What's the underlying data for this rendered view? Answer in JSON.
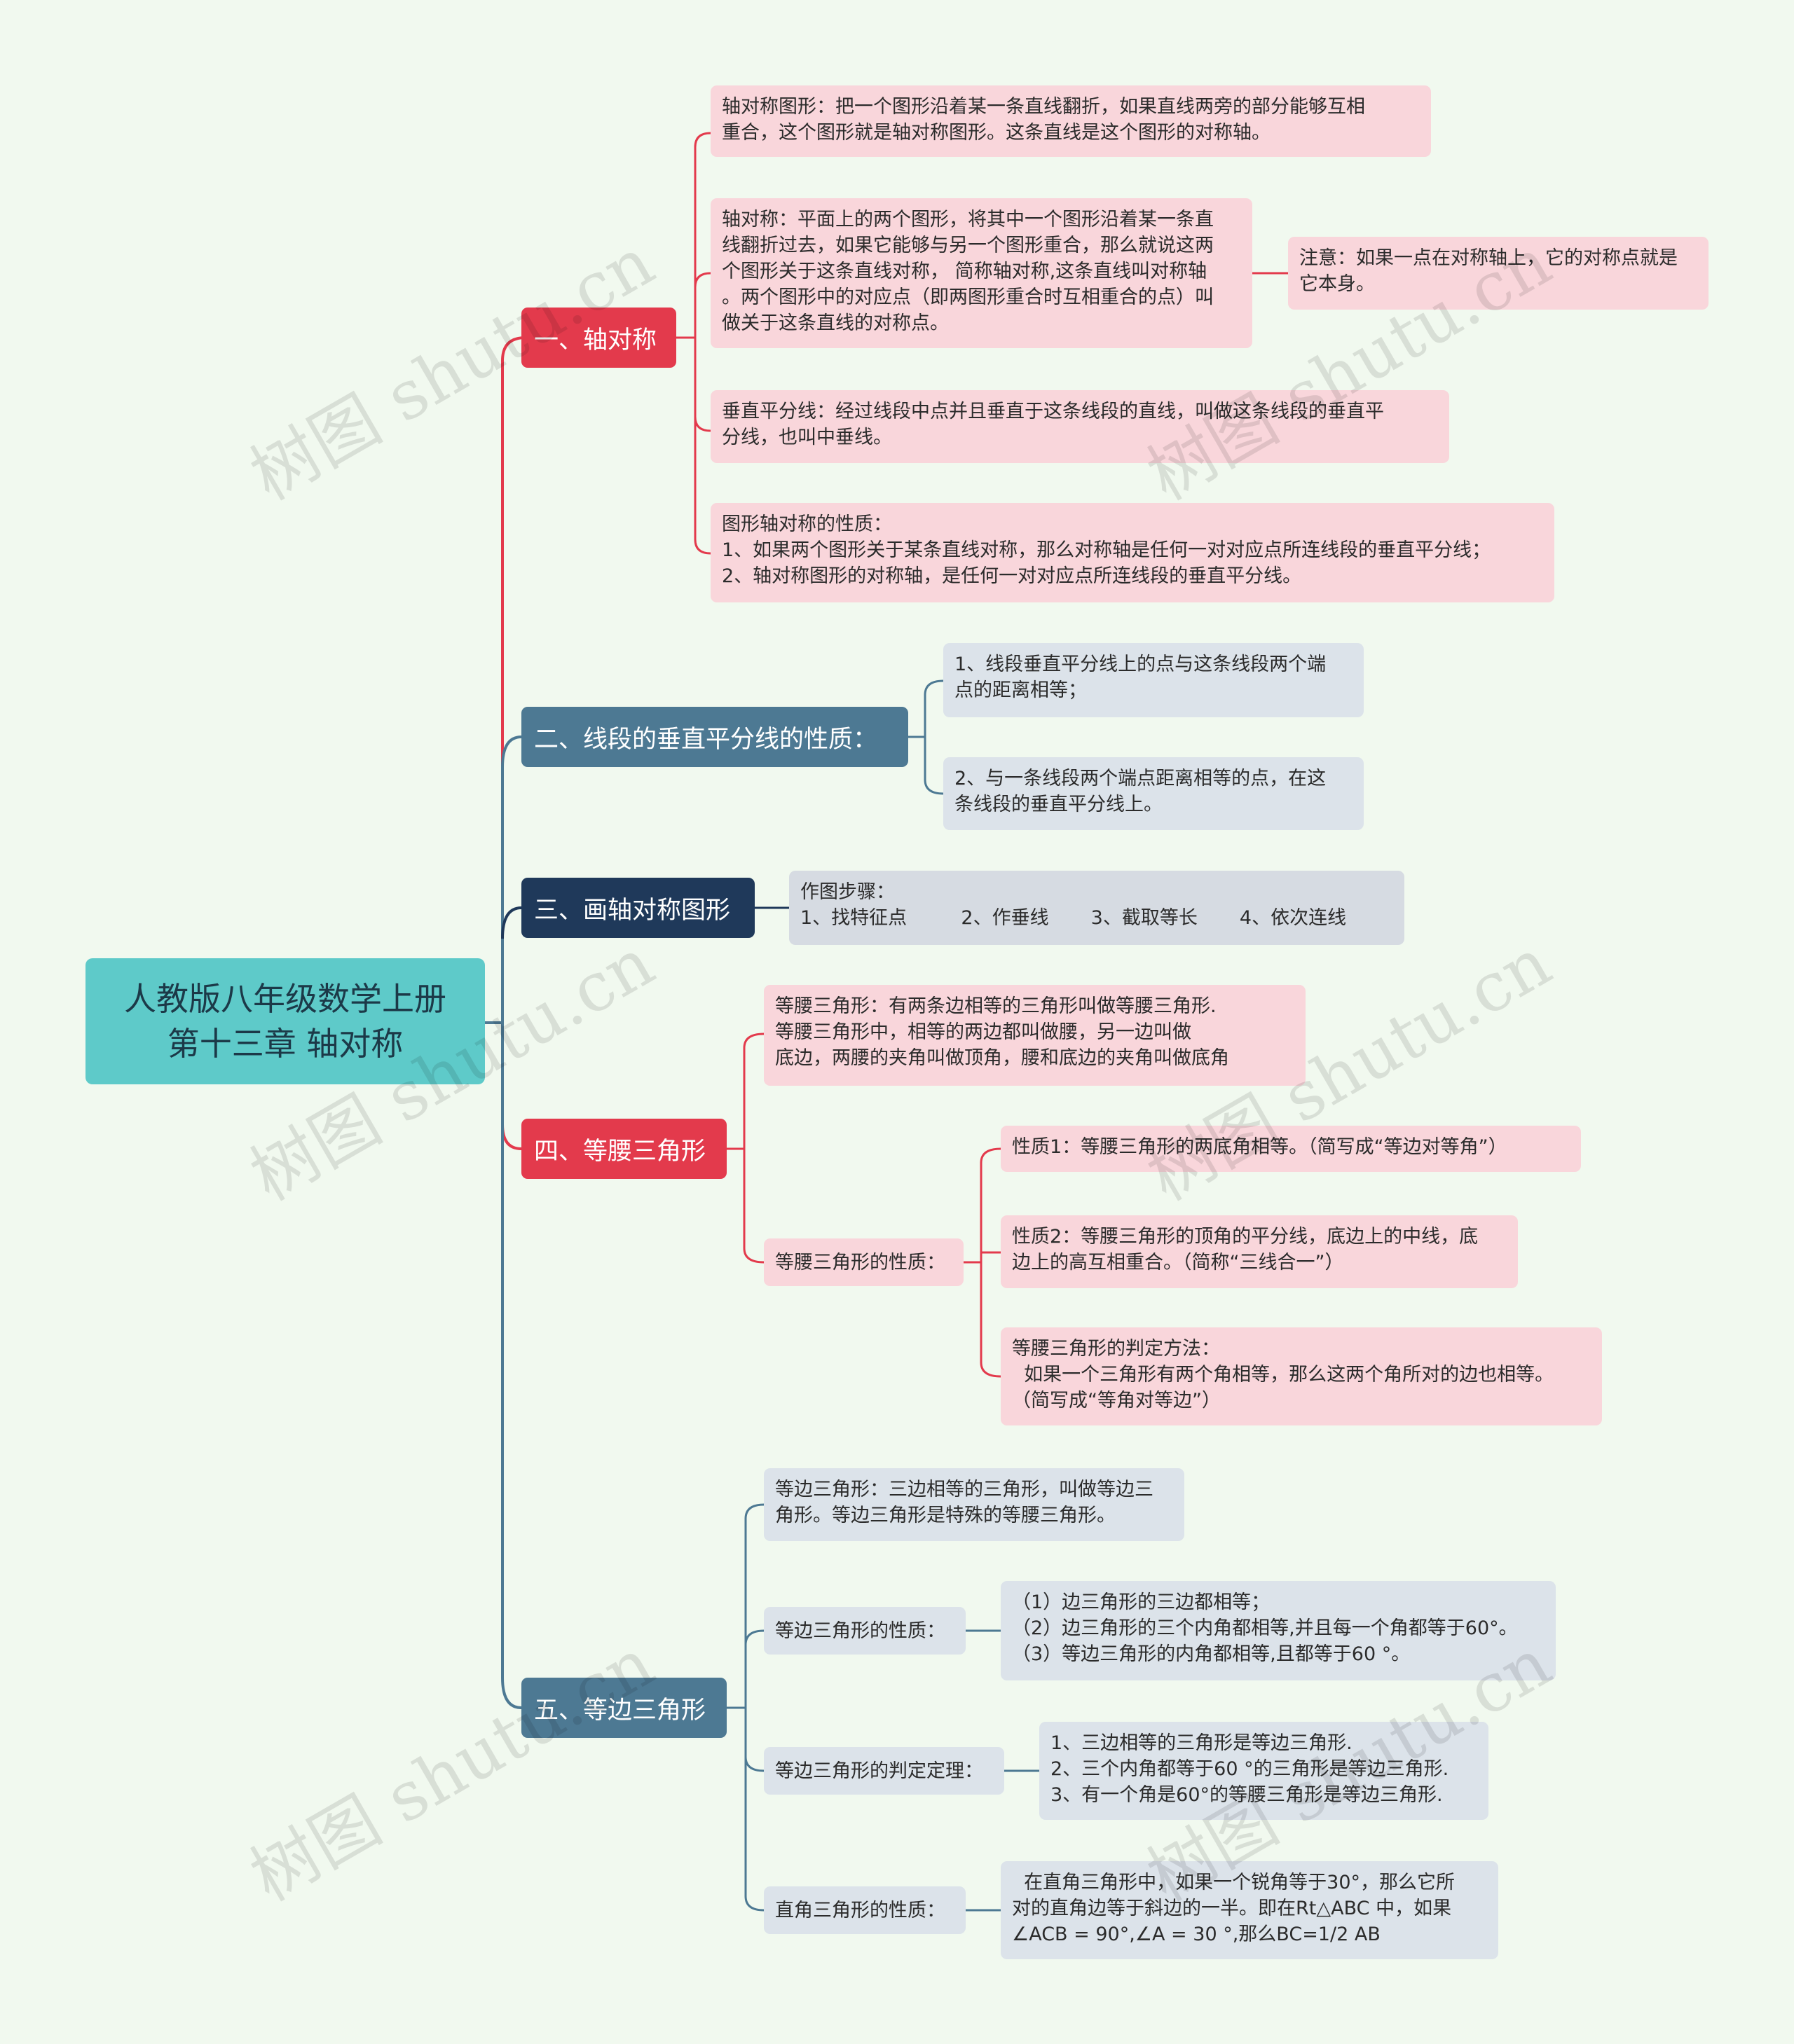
{
  "root": {
    "title_line1": "人教版八年级数学上册",
    "title_line2": "第十三章 轴对称"
  },
  "colors": {
    "background": "#f1f9ef",
    "red": "#e33a4c",
    "blue": "#4d7993",
    "navy": "#1f395a",
    "root": "#5ecac9",
    "pink": "#f9d6db",
    "gray": "#dce3ea"
  },
  "b1": {
    "label": "一、轴对称",
    "n1": "轴对称图形：把一个图形沿着某一条直线翻折，如果直线两旁的部分能够互相\n重合，这个图形就是轴对称图形。这条直线是这个图形的对称轴。",
    "n2": "轴对称：平面上的两个图形，将其中一个图形沿着某一条直\n线翻折过去，如果它能够与另一个图形重合，那么就说这两\n个图形关于这条直线对称， 简称轴对称,这条直线叫对称轴\n。两个图形中的对应点（即两图形重合时互相重合的点）叫\n做关于这条直线的对称点。",
    "n2note": "注意：如果一点在对称轴上，它的对称点就是\n它本身。",
    "n3": "垂直平分线：经过线段中点并且垂直于这条线段的直线，叫做这条线段的垂直平\n分线，也叫中垂线。",
    "n4": "图形轴对称的性质：\n1、如果两个图形关于某条直线对称，那么对称轴是任何一对对应点所连线段的垂直平分线；\n2、轴对称图形的对称轴，是任何一对对应点所连线段的垂直平分线。"
  },
  "b2": {
    "label": "二、线段的垂直平分线的性质：",
    "n1": "1、线段垂直平分线上的点与这条线段两个端\n点的距离相等；",
    "n2": "2、与一条线段两个端点距离相等的点，在这\n条线段的垂直平分线上。"
  },
  "b3": {
    "label": "三、画轴对称图形",
    "n1": "作图步骤：\n1、找特征点         2、作垂线       3、截取等长       4、依次连线"
  },
  "b4": {
    "label": "四、等腰三角形",
    "n1": "等腰三角形：有两条边相等的三角形叫做等腰三角形.\n等腰三角形中，相等的两边都叫做腰，另一边叫做\n底边，两腰的夹角叫做顶角，腰和底边的夹角叫做底角",
    "sub": "等腰三角形的性质：",
    "p1": "性质1：等腰三角形的两底角相等。（简写成“等边对等角”）",
    "p2": "性质2：等腰三角形的顶角的平分线，底边上的中线，底\n边上的高互相重合。（简称“三线合一”）",
    "p3": "等腰三角形的判定方法：\n  如果一个三角形有两个角相等，那么这两个角所对的边也相等。\n（简写成“等角对等边”）"
  },
  "b5": {
    "label": "五、等边三角形",
    "n1": "等边三角形：三边相等的三角形，叫做等边三\n角形。等边三角形是特殊的等腰三角形。",
    "sub1": "等边三角形的性质：",
    "sub1note": "（1）边三角形的三边都相等；\n（2）边三角形的三个内角都相等,并且每一个角都等于60°。\n（3）等边三角形的内角都相等,且都等于60 °。",
    "sub2": "等边三角形的判定定理：",
    "sub2note": "1、三边相等的三角形是等边三角形.\n2、三个内角都等于60 °的三角形是等边三角形.\n3、有一个角是60°的等腰三角形是等边三角形.",
    "sub3": "直角三角形的性质：",
    "sub3note": "  在直角三角形中，如果一个锐角等于30°，那么它所\n对的直角边等于斜边的一半。即在Rt△ABC 中，如果\n∠ACB = 90°,∠A = 30 °,那么BC=1/2 AB"
  },
  "watermark": "树图 shutu.cn"
}
